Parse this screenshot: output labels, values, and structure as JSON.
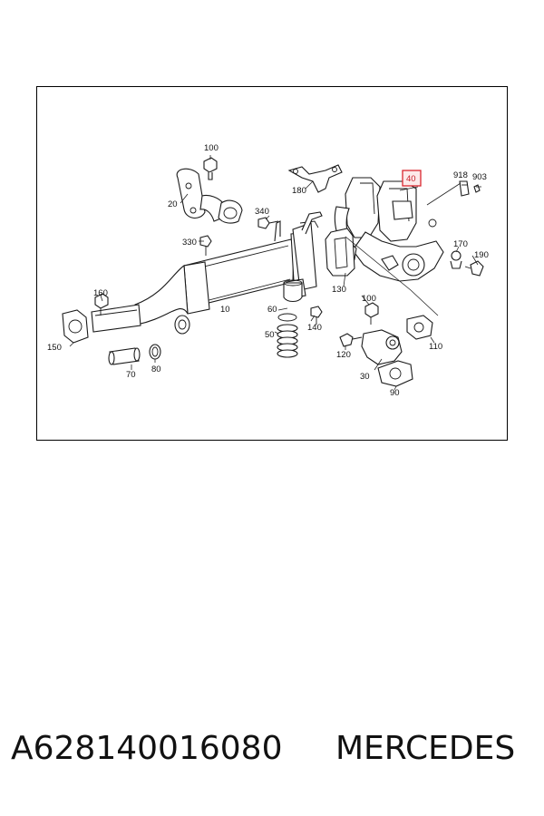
{
  "diagram": {
    "callouts": {
      "c100a": "100",
      "c20": "20",
      "c180": "180",
      "c40": "40",
      "c918": "918",
      "c903": "903",
      "c340": "340",
      "c330": "330",
      "c170": "170",
      "c190": "190",
      "c130": "130",
      "c160": "160",
      "c10": "10",
      "c60": "60",
      "c100b": "100",
      "c140": "140",
      "c150": "150",
      "c50": "50",
      "c120": "120",
      "c110": "110",
      "c70": "70",
      "c80": "80",
      "c30": "30",
      "c90": "90"
    },
    "highlight_color": "#d9262e"
  },
  "footer": {
    "part_number": "A628140016080",
    "brand": "MERCEDES"
  }
}
